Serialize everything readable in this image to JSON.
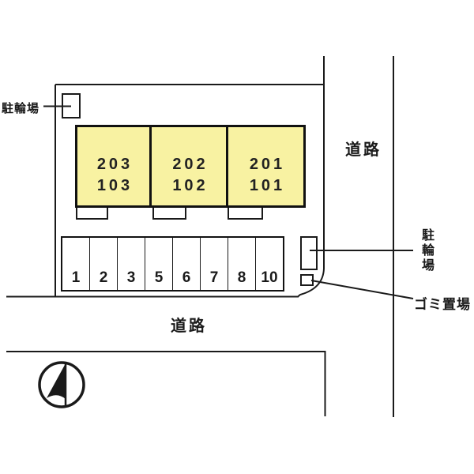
{
  "plan": {
    "buildings": [
      {
        "upper": "203",
        "lower": "103"
      },
      {
        "upper": "202",
        "lower": "102"
      },
      {
        "upper": "201",
        "lower": "101"
      }
    ],
    "parking_spaces": [
      "1",
      "2",
      "3",
      "5",
      "6",
      "7",
      "8",
      "10"
    ],
    "labels": {
      "bicycle_parking_left": "駐輪場",
      "bicycle_parking_right": "駐輪場",
      "garbage_area": "ゴミ置場",
      "road_right": "道路",
      "road_bottom": "道路"
    },
    "colors": {
      "building_fill": "#F8F2A2",
      "line": "#1A1A1A"
    }
  }
}
